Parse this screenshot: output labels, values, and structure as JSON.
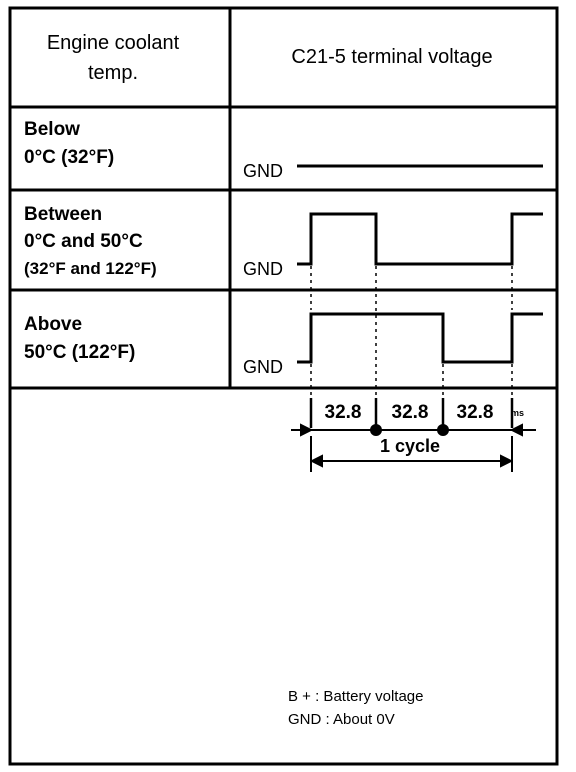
{
  "header": {
    "col1_line1": "Engine coolant",
    "col1_line2": "temp.",
    "col2": "C21-5 terminal voltage"
  },
  "rows": [
    {
      "line1": "Below",
      "line2": "0°C (32°F)",
      "line3": ""
    },
    {
      "line1": "Between",
      "line2": "0°C and 50°C",
      "line3": "(32°F and 122°F)"
    },
    {
      "line1": "Above",
      "line2": "50°C (122°F)",
      "line3": ""
    }
  ],
  "gnd_label": "GND",
  "timing": {
    "seg1": "32.8",
    "seg2": "32.8",
    "seg3": "32.8",
    "unit": "ms",
    "cycle": "1 cycle"
  },
  "legend": {
    "bplus": "B + :  Battery voltage",
    "gnd": "GND : About 0V"
  }
}
